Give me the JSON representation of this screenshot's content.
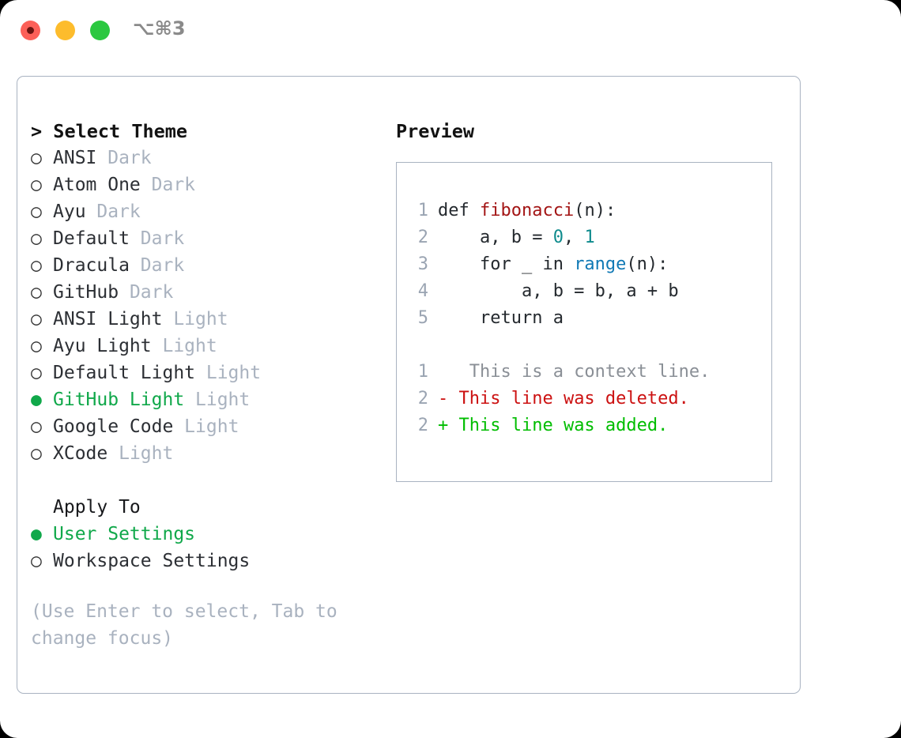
{
  "titlebar": {
    "shortcut": "⌥⌘3",
    "dots": [
      "close-red",
      "minimize-yellow",
      "maximize-green"
    ]
  },
  "theme_panel": {
    "header": "> Select Theme",
    "items": [
      {
        "marker": "○",
        "name": "ANSI",
        "tag": "Dark",
        "selected": false
      },
      {
        "marker": "○",
        "name": "Atom One",
        "tag": "Dark",
        "selected": false
      },
      {
        "marker": "○",
        "name": "Ayu",
        "tag": "Dark",
        "selected": false
      },
      {
        "marker": "○",
        "name": "Default",
        "tag": "Dark",
        "selected": false
      },
      {
        "marker": "○",
        "name": "Dracula",
        "tag": "Dark",
        "selected": false
      },
      {
        "marker": "○",
        "name": "GitHub",
        "tag": "Dark",
        "selected": false
      },
      {
        "marker": "○",
        "name": "ANSI Light",
        "tag": "Light",
        "selected": false
      },
      {
        "marker": "○",
        "name": "Ayu Light",
        "tag": "Light",
        "selected": false
      },
      {
        "marker": "○",
        "name": "Default Light",
        "tag": "Light",
        "selected": false
      },
      {
        "marker": "●",
        "name": "GitHub Light",
        "tag": "Light",
        "selected": true
      },
      {
        "marker": "○",
        "name": "Google Code",
        "tag": "Light",
        "selected": false
      },
      {
        "marker": "○",
        "name": "XCode",
        "tag": "Light",
        "selected": false
      }
    ]
  },
  "apply_to": {
    "header": "Apply To",
    "options": [
      {
        "marker": "●",
        "label": "User Settings",
        "selected": true
      },
      {
        "marker": "○",
        "label": "Workspace Settings",
        "selected": false
      }
    ]
  },
  "hint": "(Use Enter to select, Tab to change focus)",
  "preview": {
    "title": "Preview",
    "code_lines": [
      {
        "num": "1",
        "tokens": [
          {
            "t": "def ",
            "c": "plain"
          },
          {
            "t": "fibonacci",
            "c": "fn"
          },
          {
            "t": "(n):",
            "c": "plain"
          }
        ]
      },
      {
        "num": "2",
        "tokens": [
          {
            "t": "    a, b = ",
            "c": "plain"
          },
          {
            "t": "0",
            "c": "num"
          },
          {
            "t": ", ",
            "c": "plain"
          },
          {
            "t": "1",
            "c": "num"
          }
        ]
      },
      {
        "num": "3",
        "tokens": [
          {
            "t": "    for _ in ",
            "c": "plain"
          },
          {
            "t": "range",
            "c": "builtin"
          },
          {
            "t": "(n):",
            "c": "plain"
          }
        ]
      },
      {
        "num": "4",
        "tokens": [
          {
            "t": "        a, b = b, a + b",
            "c": "plain"
          }
        ]
      },
      {
        "num": "5",
        "tokens": [
          {
            "t": "    return a",
            "c": "plain"
          }
        ]
      }
    ],
    "diff_lines": [
      {
        "num": "1",
        "sign": " ",
        "text": "  This is a context line.",
        "kind": "context"
      },
      {
        "num": "2",
        "sign": "-",
        "text": " This line was deleted.",
        "kind": "del"
      },
      {
        "num": "2",
        "sign": "+",
        "text": " This line was added.",
        "kind": "add"
      }
    ]
  },
  "colors": {
    "accent_green": "#10a84a",
    "diff_add": "#00bd00",
    "diff_del": "#cc1111",
    "muted": "#a9b2bf",
    "border": "#a9b3c1"
  }
}
